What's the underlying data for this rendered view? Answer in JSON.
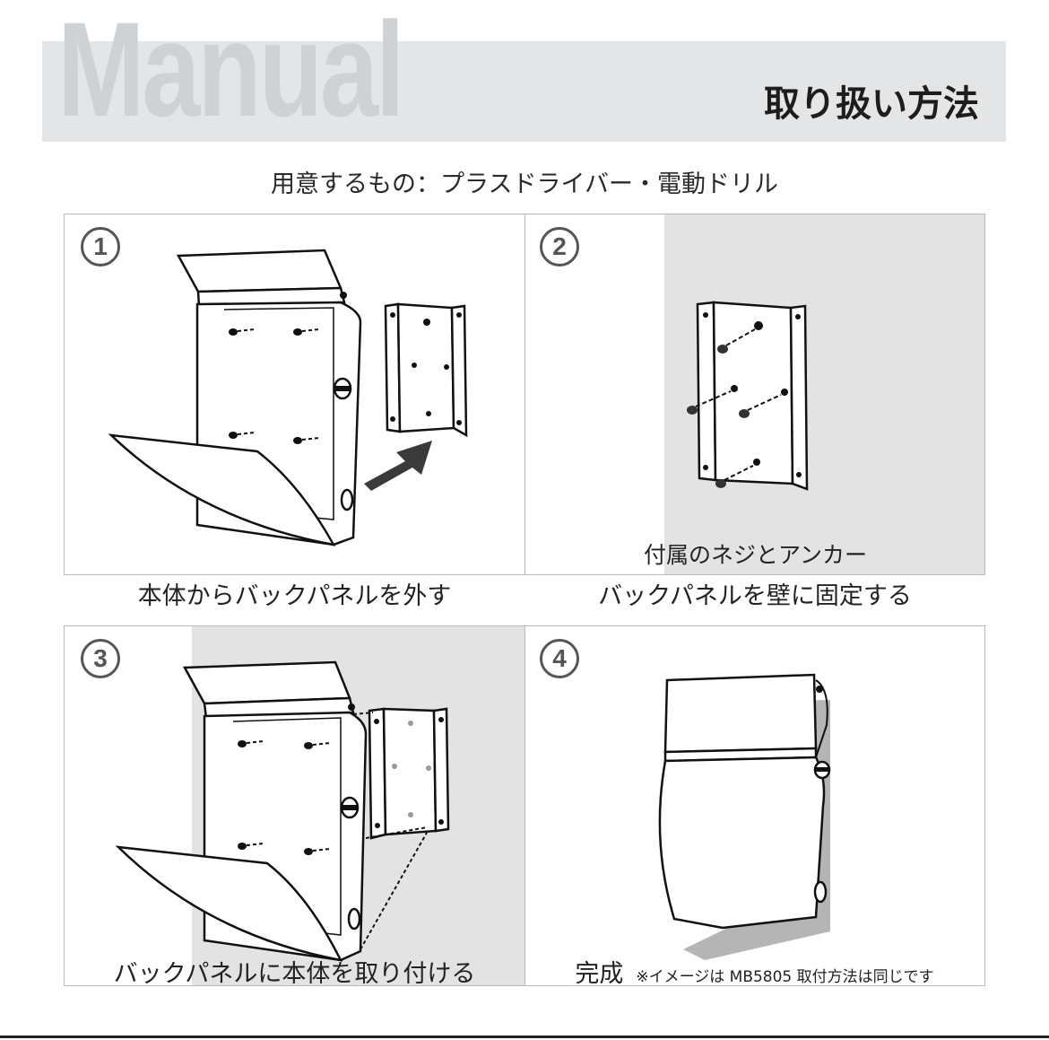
{
  "header": {
    "bg_word": "Manual",
    "title": "取り扱い方法"
  },
  "tools_text": "用意するもの：プラスドライバー・電動ドリル",
  "steps": [
    {
      "number": "1",
      "caption": "本体からバックパネルを外す"
    },
    {
      "number": "2",
      "caption": "バックパネルを壁に固定する",
      "inside_label": "付属のネジとアンカー"
    },
    {
      "number": "3",
      "caption": "バックパネルに本体を取り付ける"
    },
    {
      "number": "4",
      "caption": "完成",
      "note": "※イメージは MB5805 取付方法は同じです"
    }
  ],
  "colors": {
    "wall_gray": "#e3e3e3",
    "line": "#111111",
    "panel_border": "#b9b9b9",
    "arrow": "#3a3a3a"
  }
}
